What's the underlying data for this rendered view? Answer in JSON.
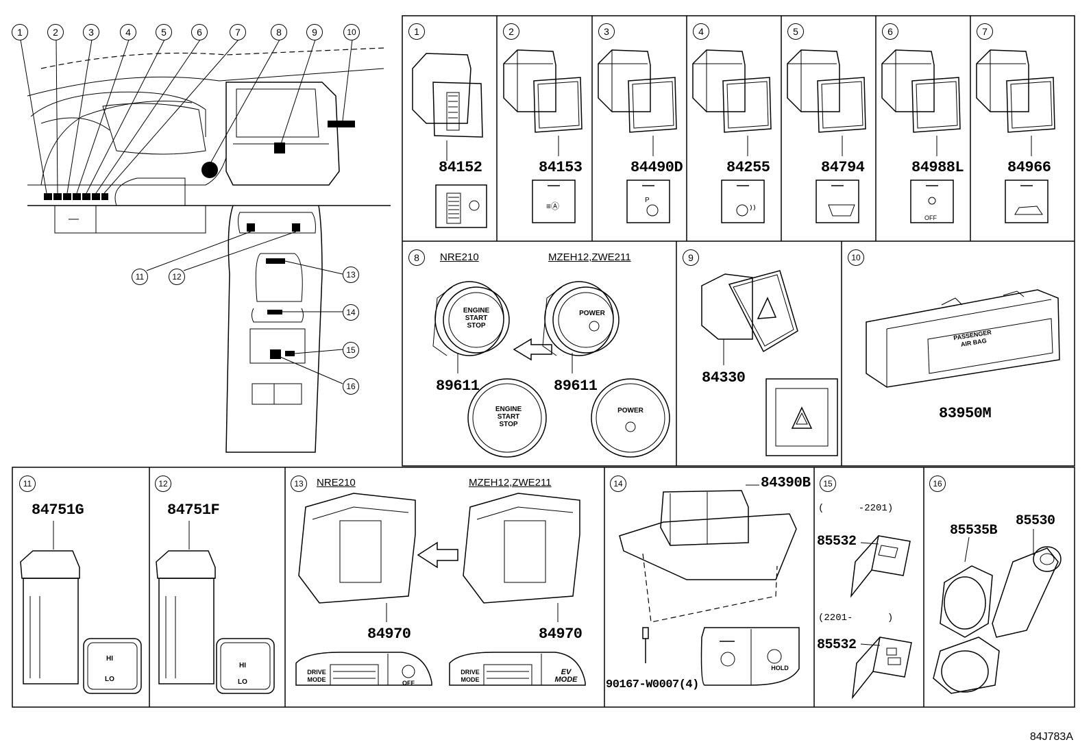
{
  "overview": {
    "callouts_top": [
      "1",
      "2",
      "3",
      "4",
      "5",
      "6",
      "7",
      "8",
      "9",
      "10"
    ],
    "callouts_console": [
      "11",
      "12",
      "13",
      "14",
      "15",
      "16"
    ]
  },
  "panels": [
    {
      "num": "1",
      "part": "84152"
    },
    {
      "num": "2",
      "part": "84153"
    },
    {
      "num": "3",
      "part": "84490D"
    },
    {
      "num": "4",
      "part": "84255"
    },
    {
      "num": "5",
      "part": "84794"
    },
    {
      "num": "6",
      "part": "84988L"
    },
    {
      "num": "7",
      "part": "84966"
    }
  ],
  "panel8": {
    "num": "8",
    "model_a": "NRE210",
    "model_b": "MZEH12,ZWE211",
    "part_a": "89611",
    "part_b": "89611",
    "btn_a": "ENGINE\nSTART\nSTOP",
    "btn_b": "POWER"
  },
  "panel9": {
    "num": "9",
    "part": "84330"
  },
  "panel10": {
    "num": "10",
    "part": "83950M",
    "label": "PASSENGER\nAIR BAG"
  },
  "panel11": {
    "num": "11",
    "part": "84751G",
    "hi": "HI",
    "lo": "LO"
  },
  "panel12": {
    "num": "12",
    "part": "84751F",
    "hi": "HI",
    "lo": "LO"
  },
  "panel13": {
    "num": "13",
    "model_a": "NRE210",
    "model_b": "MZEH12,ZWE211",
    "part_a": "84970",
    "part_b": "84970",
    "drive": "DRIVE\nMODE",
    "off": "OFF",
    "ev": "EV\nMODE"
  },
  "panel14": {
    "num": "14",
    "part": "84390B",
    "bolt": "90167-W0007(4)",
    "hold": "HOLD"
  },
  "panel15": {
    "num": "15",
    "range_a": "(      -2201)",
    "range_b": "(2201-      )",
    "part_a": "85532",
    "part_b": "85532"
  },
  "panel16": {
    "num": "16",
    "part_a": "85535B",
    "part_b": "85530"
  },
  "footer": {
    "code": "84J783A"
  }
}
